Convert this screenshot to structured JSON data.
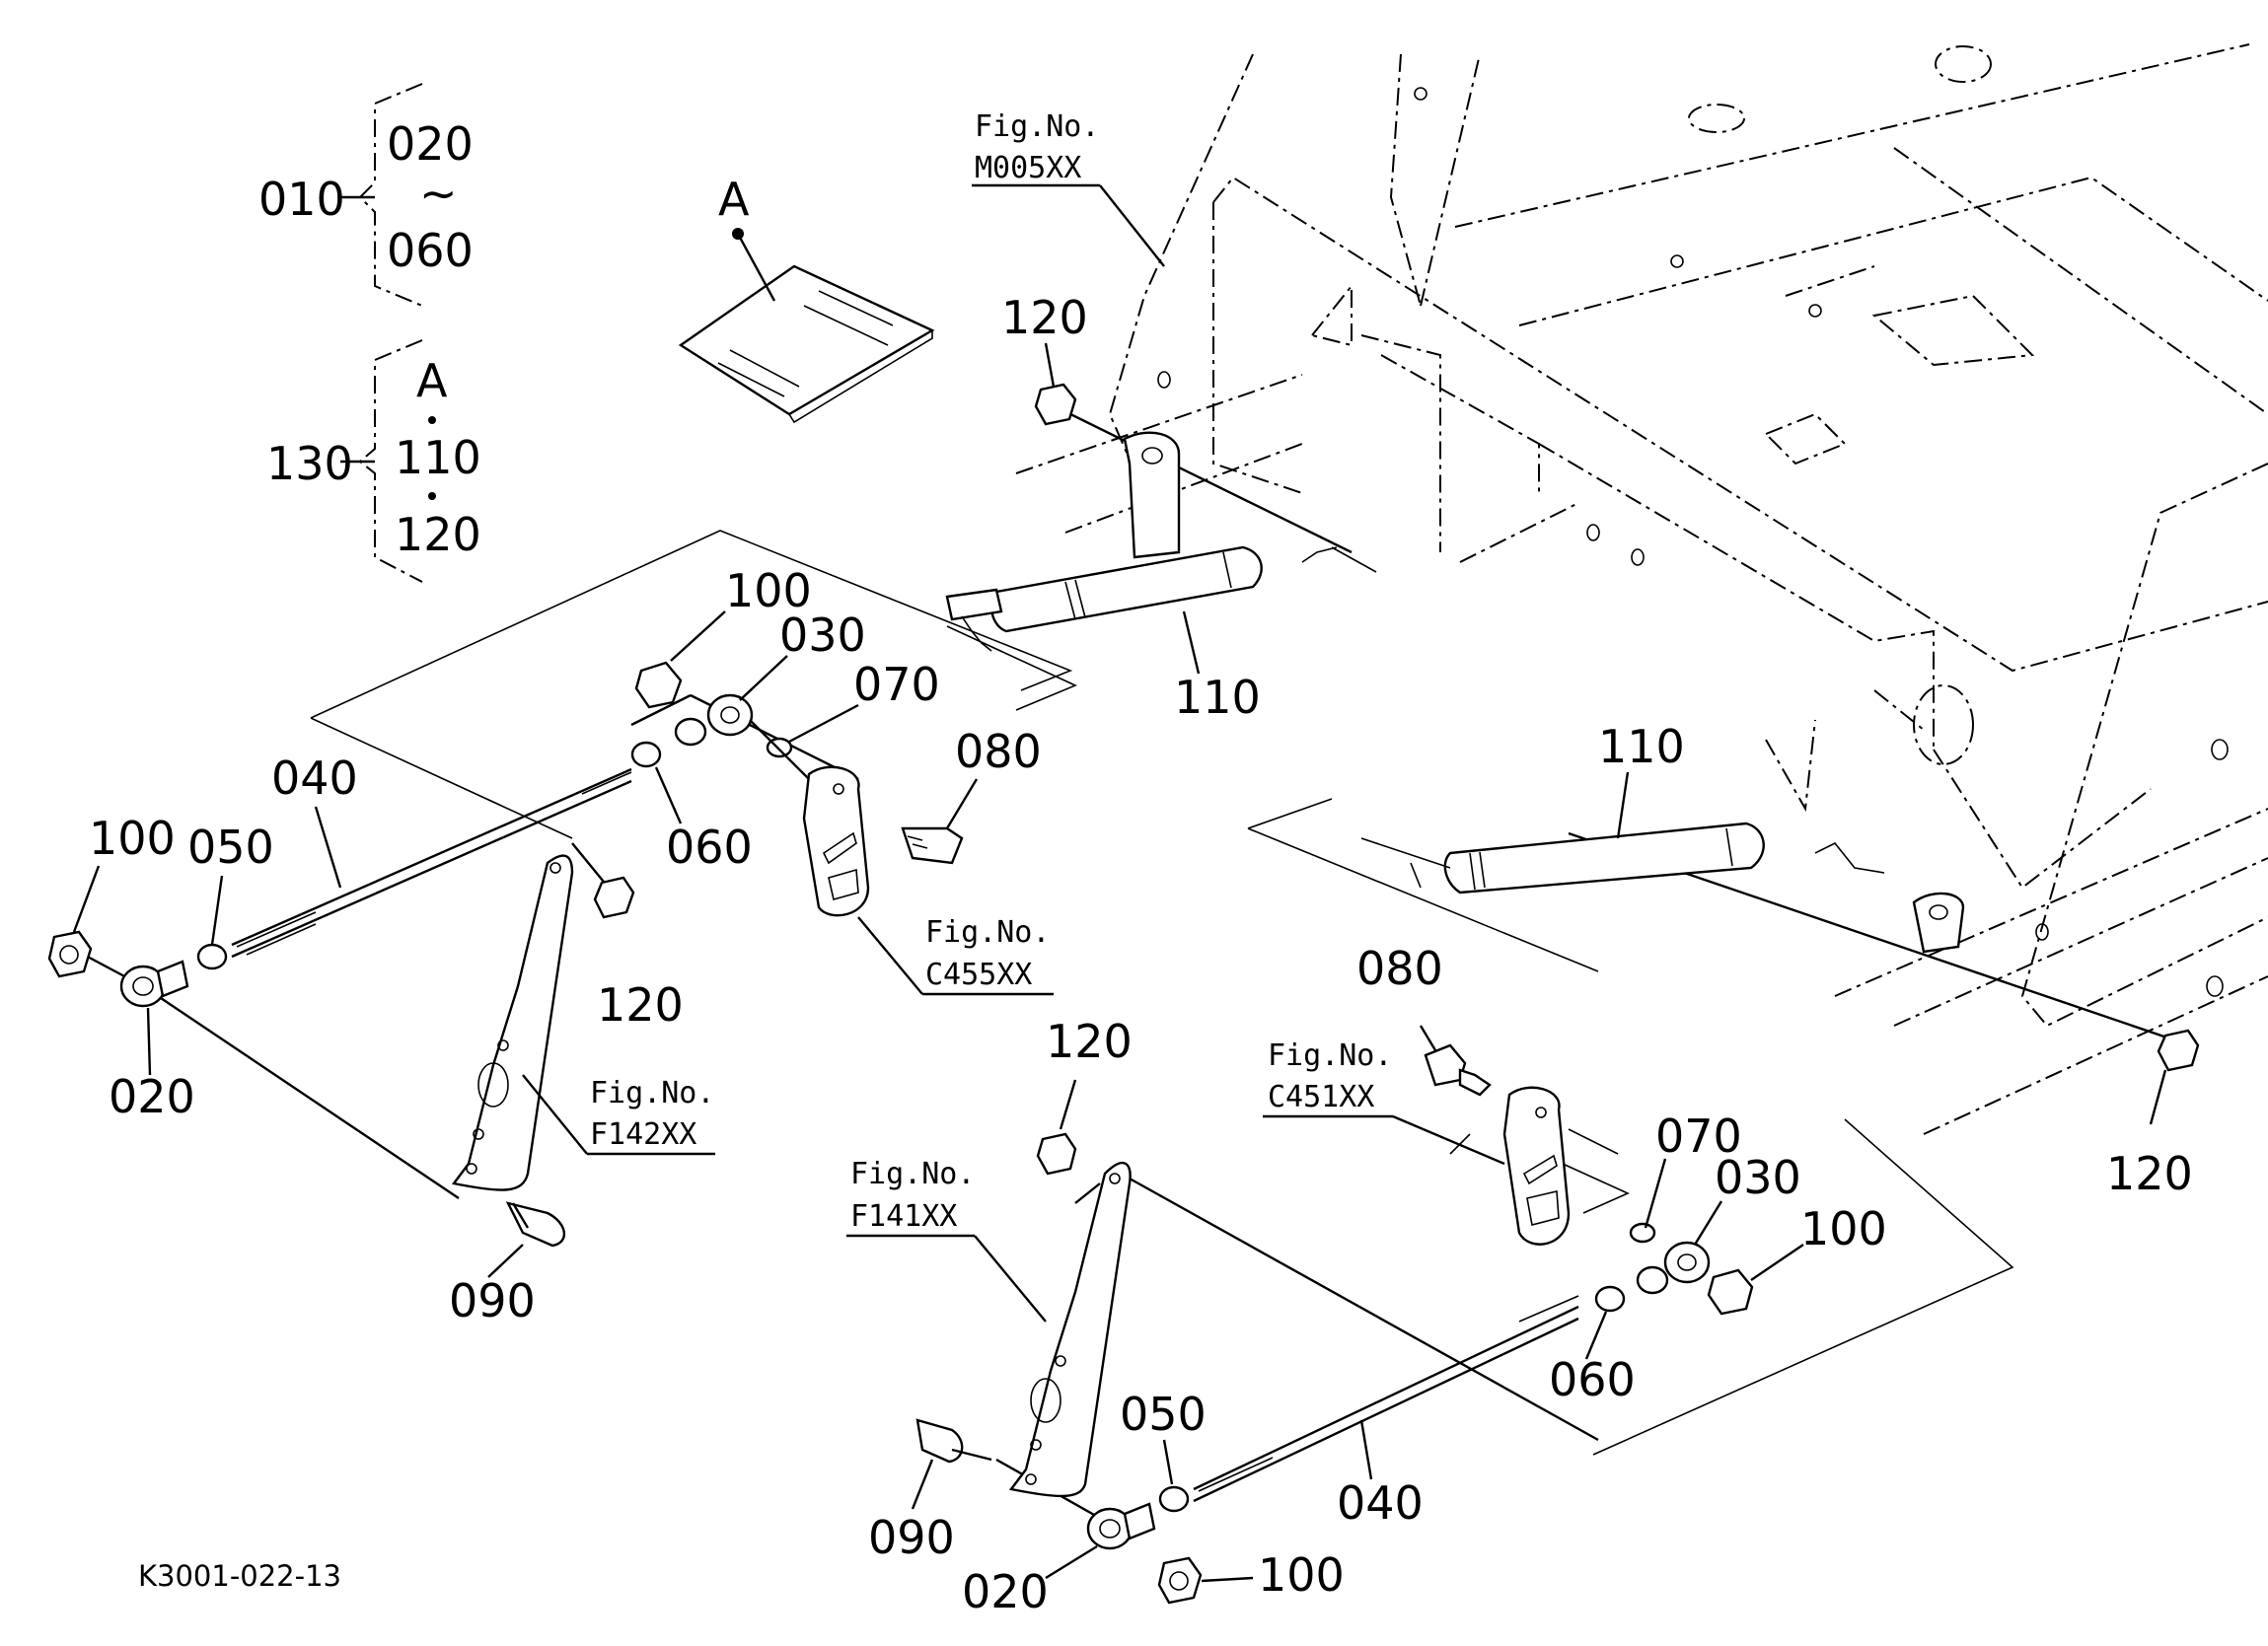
{
  "title_code": "K3001-022-13",
  "set_brackets": [
    {
      "parent": "010",
      "items": [
        "020",
        "~",
        "060"
      ]
    },
    {
      "parent": "130",
      "items": [
        "A",
        "110",
        "120"
      ]
    }
  ],
  "detail_marker": "A",
  "parts": {
    "p020_left": "020",
    "p020_right": "020",
    "p030_left": "030",
    "p030_right": "030",
    "p040_left": "040",
    "p040_right": "040",
    "p050_left": "050",
    "p050_right": "050",
    "p060_left": "060",
    "p060_right": "060",
    "p070_left": "070",
    "p070_right": "070",
    "p080_left": "080",
    "p080_right": "080",
    "p090_left": "090",
    "p090_right": "090",
    "p100_left_a": "100",
    "p100_left_b": "100",
    "p100_right_a": "100",
    "p100_right_b": "100",
    "p110_top": "110",
    "p110_right": "110",
    "p120_top": "120",
    "p120_mid": "120",
    "p120_lower": "120",
    "p120_right": "120"
  },
  "fig_refs": {
    "m005": {
      "title": "Fig.No.",
      "code": "M005XX"
    },
    "c455": {
      "title": "Fig.No.",
      "code": "C455XX"
    },
    "f142": {
      "title": "Fig.No.",
      "code": "F142XX"
    },
    "c451": {
      "title": "Fig.No.",
      "code": "C451XX"
    },
    "f141": {
      "title": "Fig.No.",
      "code": "F141XX"
    }
  }
}
